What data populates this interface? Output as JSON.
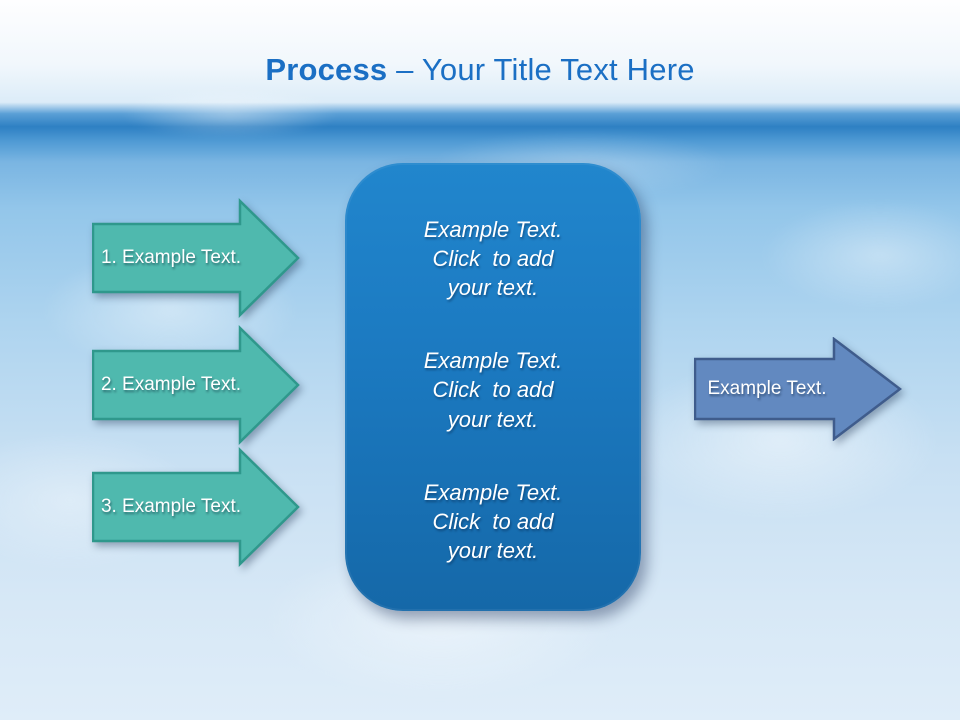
{
  "title": {
    "emphasis": "Process",
    "rest": " – Your Title Text Here"
  },
  "left_arrows": [
    {
      "label": "1. Example Text."
    },
    {
      "label": "2. Example Text."
    },
    {
      "label": "3. Example Text."
    }
  ],
  "center_panel": {
    "blocks": [
      {
        "lines": [
          "Example Text.",
          "Click  to add",
          "your text."
        ]
      },
      {
        "lines": [
          "Example Text.",
          "Click  to add",
          "your text."
        ]
      },
      {
        "lines": [
          "Example Text.",
          "Click  to add",
          "your text."
        ]
      }
    ]
  },
  "right_arrow": {
    "label": "Example Text."
  },
  "colors": {
    "title_blue": "#1b6fc4",
    "teal_arrow_fill": "#4fb9ae",
    "teal_arrow_stroke": "#2f988c",
    "panel_fill": "#1b79c0",
    "right_arrow_fill": "#6289c0",
    "right_arrow_stroke": "#3f5c8c",
    "sky_band_blue": "#2e80c3",
    "sky_light": "#dfedf9"
  }
}
